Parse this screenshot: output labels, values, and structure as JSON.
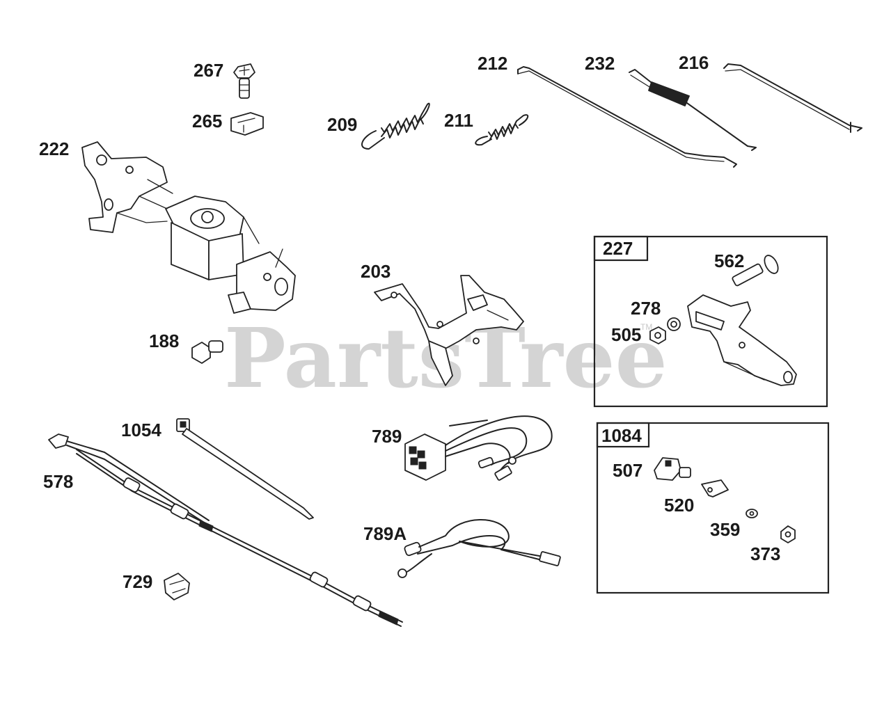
{
  "watermark": {
    "brand": "PartsTree",
    "trademark": "TM"
  },
  "callouts": {
    "c267": "267",
    "c265": "265",
    "c222": "222",
    "c188": "188",
    "c209": "209",
    "c211": "211",
    "c212": "212",
    "c232": "232",
    "c216": "216",
    "c203": "203",
    "c1054": "1054",
    "c578": "578",
    "c729": "729",
    "c789": "789",
    "c789A": "789A"
  },
  "kits": {
    "k227": {
      "label": "227",
      "parts": {
        "c562": "562",
        "c278": "278",
        "c505": "505"
      }
    },
    "k1084": {
      "label": "1084",
      "parts": {
        "c507": "507",
        "c520": "520",
        "c359": "359",
        "c373": "373"
      }
    }
  },
  "colors": {
    "line": "#222222",
    "watermark": "#d4d4d4",
    "background": "#ffffff"
  }
}
